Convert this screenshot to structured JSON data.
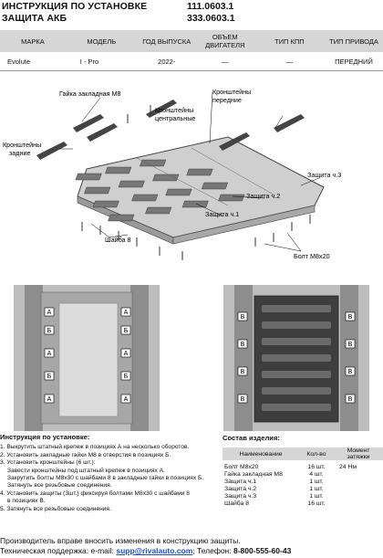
{
  "header": {
    "title_line1": "ИНСТРУКЦИЯ ПО УСТАНОВКЕ",
    "title_line2": "ЗАЩИТА АКБ",
    "code1": "111.0603.1",
    "code2": "333.0603.1"
  },
  "spec_table": {
    "headers": [
      "МАРКА",
      "МОДЕЛЬ",
      "ГОД ВЫПУСКА",
      "ОБЪЕМ ДВИГАТЕЛЯ",
      "ТИП КПП",
      "ТИП ПРИВОДА"
    ],
    "row": [
      "Evolute",
      "I - Pro",
      "2022-",
      "—",
      "—",
      "ПЕРЕДНИЙ"
    ]
  },
  "diagram_labels": {
    "nut": "Гайка закладная М8",
    "brackets_front": "Кронштейны передние",
    "brackets_center": "Кронштейны центральные",
    "brackets_rear": "Кронштейны задние",
    "part3": "Защита ч.3",
    "part2": "Защита ч.2",
    "part1": "Защита ч.1",
    "washer": "Шайба 8",
    "bolt": "Болт М8х20"
  },
  "install": {
    "title": "Инструкция по установке:",
    "lines": [
      "1. Выкрутить штатный крепеж в позициях А на несколько оборотов.",
      "2. Установить закладные гайки М8 в отверстия в позициях Б.",
      "3. Установить кронштейны (6 шт.):",
      "   Завести кронштейны под штатный крепеж в позициях А.",
      "   Закрутить болты М8х30 с шайбами 8 в закладные гайки в позициях Б.",
      "   Затянуть все резьбовые соединения.",
      "4. Установить защиты (3шт.) фиксируя болтами М8х30 с шайбами 8",
      "   в позициях В.",
      "5. Затянуть все резьбовые соединения."
    ]
  },
  "kit": {
    "title": "Состав изделия:",
    "headers": [
      "Наименование",
      "Кол-во",
      "Момент затяжки"
    ],
    "rows": [
      [
        "Болт М8х20",
        "16 шт.",
        "24 Нм"
      ],
      [
        "Гайка закладная М8",
        "4 шт.",
        ""
      ],
      [
        "Защита ч.1",
        "1 шт.",
        ""
      ],
      [
        "Защита ч.2",
        "1 шт.",
        ""
      ],
      [
        "Защита ч.3",
        "1 шт.",
        ""
      ],
      [
        "Шайба 8",
        "16 шт.",
        ""
      ]
    ]
  },
  "footer": {
    "line1": "Производитель вправе вносить изменения в конструкцию защиты.",
    "support_label": "Техническая поддержка:  e-mail: ",
    "email": "supp@rivalauto.com",
    "phone_label": "; Телефон: ",
    "phone": "8-800-555-60-43"
  },
  "letters": {
    "a": "А",
    "b": "Б",
    "v": "В"
  }
}
